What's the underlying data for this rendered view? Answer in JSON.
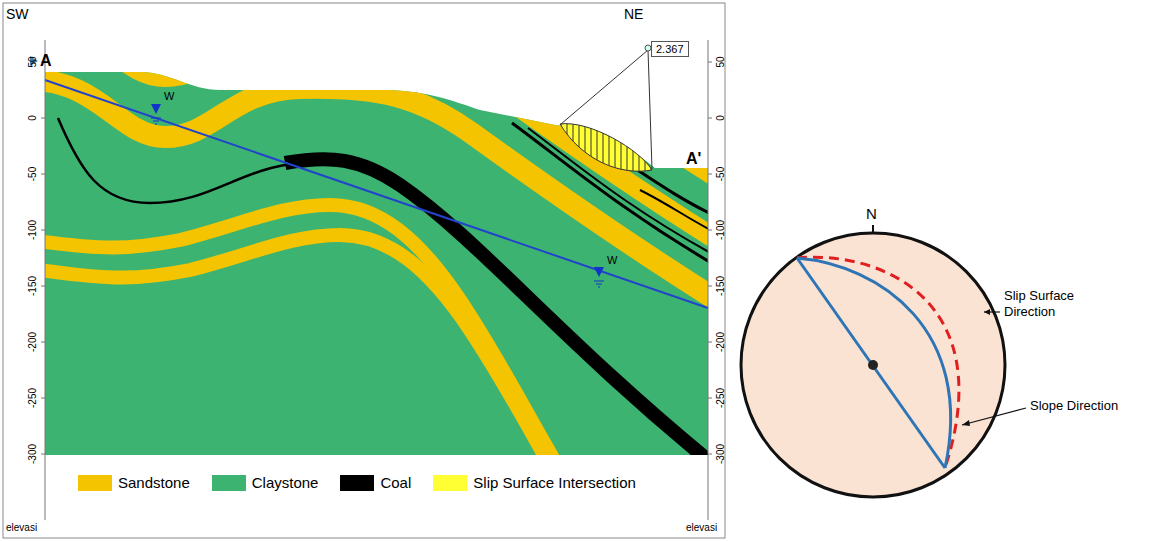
{
  "diagram": {
    "nodes": [
      {
        "text": [
          "2.367"
        ]
      }
    ],
    "labels": [
      "SW",
      "NE",
      "A",
      "A'",
      "W",
      "W",
      "50",
      "0",
      "-50",
      "-100",
      "-150",
      "-200",
      "-250",
      "-300",
      "50",
      "0",
      "-50",
      "-100",
      "-150",
      "-200",
      "-250",
      "-300",
      "elevasi",
      "elevasi",
      "N",
      "Slip Surface Direction",
      "Slope Direction"
    ],
    "legend": [
      {
        "text": "Sandstone",
        "color": "#f5c400"
      },
      {
        "text": "Claystone",
        "color": "#3cb371"
      },
      {
        "text": "Coal",
        "color": "#000000"
      },
      {
        "text": "Slip Surface Intersection",
        "color": "#ffff33"
      }
    ]
  }
}
